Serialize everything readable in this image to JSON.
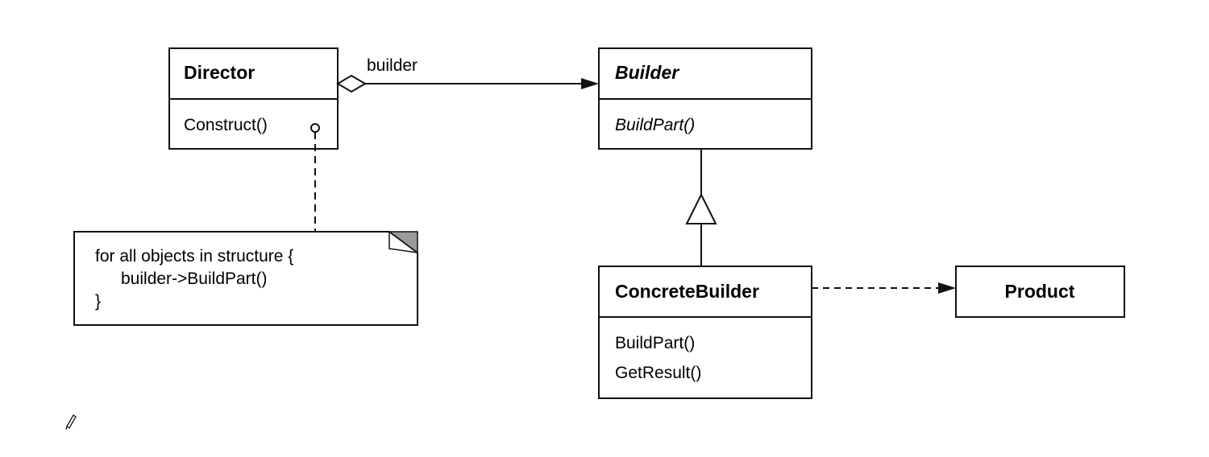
{
  "classes": {
    "director": {
      "name": "Director",
      "operations": [
        "Construct()"
      ]
    },
    "builder": {
      "name": "Builder",
      "operations": [
        "BuildPart()"
      ]
    },
    "concrete_builder": {
      "name": "ConcreteBuilder",
      "operations": [
        "BuildPart()",
        "GetResult()"
      ]
    },
    "product": {
      "name": "Product"
    }
  },
  "associations": {
    "director_builder_label": "builder"
  },
  "note": {
    "lines": [
      "for all objects in structure {",
      "builder->BuildPart()",
      "}"
    ]
  }
}
